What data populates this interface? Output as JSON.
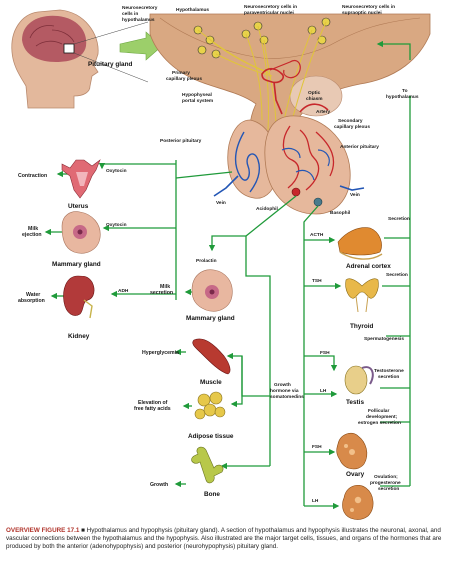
{
  "labels": {
    "pituitary_gland": "Pituitary gland",
    "ns_hypothalamus": "Neurosecretory cells in hypothalamus",
    "hypothalamus": "Hypothalamus",
    "ns_paraventricular": "Neurosecretory cells in paraventricular nuclei",
    "ns_supraoptic": "Neurosecretory cells in supraoptic nuclei",
    "primary_capillary": "Primary capillary plexus",
    "portal_system": "Hypophyseal portal system",
    "optic_chiasm": "Optic chiasm",
    "artery": "Artery",
    "secondary_capillary": "Secondary capillary plexus",
    "posterior_pituitary": "Posterior pituitary",
    "anterior_pituitary": "Anterior pituitary",
    "vein_left": "Vein",
    "vein_right": "Vein",
    "acidophil": "Acidophil",
    "basophil": "Basophil",
    "to_hypothalamus": "To hypothalamus"
  },
  "posterior_targets": {
    "contraction": "Contraction",
    "oxytocin_1": "Oxytocin",
    "uterus": "Uterus",
    "milk_ejection": "Milk ejection",
    "oxytocin_2": "Oxytocin",
    "mammary_gland": "Mammary gland",
    "water_absorption": "Water absorption",
    "adh": "ADH",
    "kidney": "Kidney"
  },
  "acidophil_targets": {
    "prolactin": "Prolactin",
    "milk_secretion": "Milk secretion",
    "mammary_gland": "Mammary gland",
    "hyperglycemia": "Hyperglycemia",
    "muscle": "Muscle",
    "elevation_fatty_acids": "Elevation of free fatty acids",
    "adipose_tissue": "Adipose tissue",
    "growth": "Growth",
    "bone": "Bone",
    "growth_hormone": "Growth hormone via somatomedins"
  },
  "basophil_targets": {
    "acth": "ACTH",
    "secretion_1": "Secretion",
    "adrenal_cortex": "Adrenal cortex",
    "tsh": "TSH",
    "secretion_2": "Secretion",
    "thyroid": "Thyroid",
    "spermatogenesis": "Spermatogenesis",
    "fsh_1": "FSH",
    "testosterone": "Testosterone secretion",
    "lh_1": "LH",
    "testis": "Testis",
    "follicular": "Follicular development; estrogen secretion",
    "fsh_2": "FSH",
    "ovary": "Ovary",
    "ovulation": "Ovulation; progesterone secretion",
    "lh_2": "LH"
  },
  "caption": {
    "title": "OVERVIEW FIGURE 17.1",
    "text": "■ Hypothalamus and hypophysis (pituitary gland). A section of hypothalamus and hypophysis illustrates the neuronal, axonal, and vascular connections between the hypothalamus and the hypophysis. Also illustrated are the major target cells, tissues, and organs of the hormones that are produced by both the anterior (adenohypophysis) and posterior (neurohypophysis) pituitary gland."
  },
  "colors": {
    "arrow": "#1f9a3a",
    "artery": "#c7272b",
    "vein": "#2356b5",
    "tissue": "#e6b89c",
    "caption_title": "#b0332a"
  }
}
